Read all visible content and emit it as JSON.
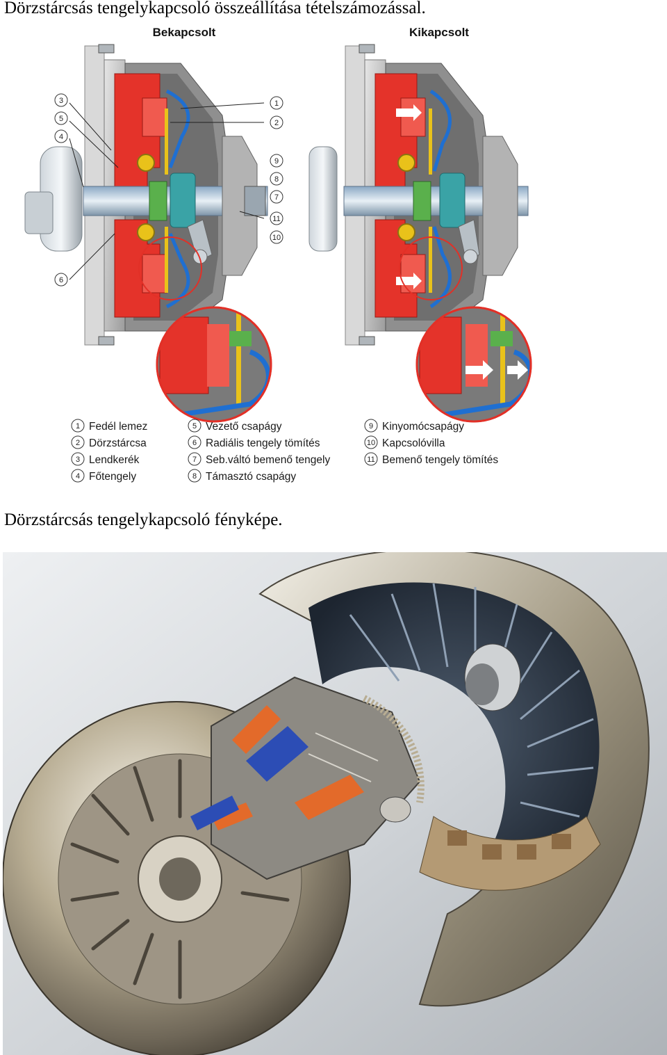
{
  "captions": {
    "top": "Dörzstárcsás tengelykapcsoló összeállítása tételszámozással.",
    "bottom": "Dörzstárcsás tengelykapcsoló fényképe."
  },
  "diagram": {
    "left_title": "Bekapcsolt",
    "right_title": "Kikapcsolt",
    "callouts_left": [
      "3",
      "5",
      "4",
      "6"
    ],
    "callouts_right": [
      "1",
      "2",
      "9",
      "8",
      "7",
      "11",
      "10"
    ],
    "legend": [
      {
        "num": "1",
        "text": "Fedél lemez"
      },
      {
        "num": "2",
        "text": "Dörzstárcsa"
      },
      {
        "num": "3",
        "text": "Lendkerék"
      },
      {
        "num": "4",
        "text": "Főtengely"
      },
      {
        "num": "5",
        "text": "Vezető csapágy"
      },
      {
        "num": "6",
        "text": "Radiális tengely tömítés"
      },
      {
        "num": "7",
        "text": "Seb.váltó bemenő tengely"
      },
      {
        "num": "8",
        "text": "Támasztó csapágy"
      },
      {
        "num": "9",
        "text": "Kinyomócsapágy"
      },
      {
        "num": "10",
        "text": "Kapcsolóvilla"
      },
      {
        "num": "11",
        "text": "Bemenő tengely tömítés"
      }
    ]
  }
}
